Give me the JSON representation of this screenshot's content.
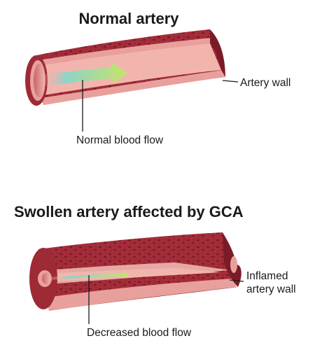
{
  "normal_section": {
    "title": "Normal artery",
    "wall_label": "Artery wall",
    "flow_label": "Normal blood flow"
  },
  "gca_section": {
    "title": "Swollen artery affected by GCA",
    "wall_label_line1": "Inflamed",
    "wall_label_line2": "artery wall",
    "flow_label": "Decreased blood flow"
  },
  "colors": {
    "wall_outer": "#9e2a36",
    "wall_outer_dark": "#7a1b27",
    "wall_speckle": "#6e1420",
    "wall_lining": "#e3928f",
    "lumen": "#f2b2ad",
    "lumen_light": "#f8cdc6",
    "flow_arrow_start": "#8fd3c8",
    "flow_arrow_end": "#c6e36a",
    "inflamed_wall": "#a0303c",
    "leader_line": "#1a1a1a"
  }
}
